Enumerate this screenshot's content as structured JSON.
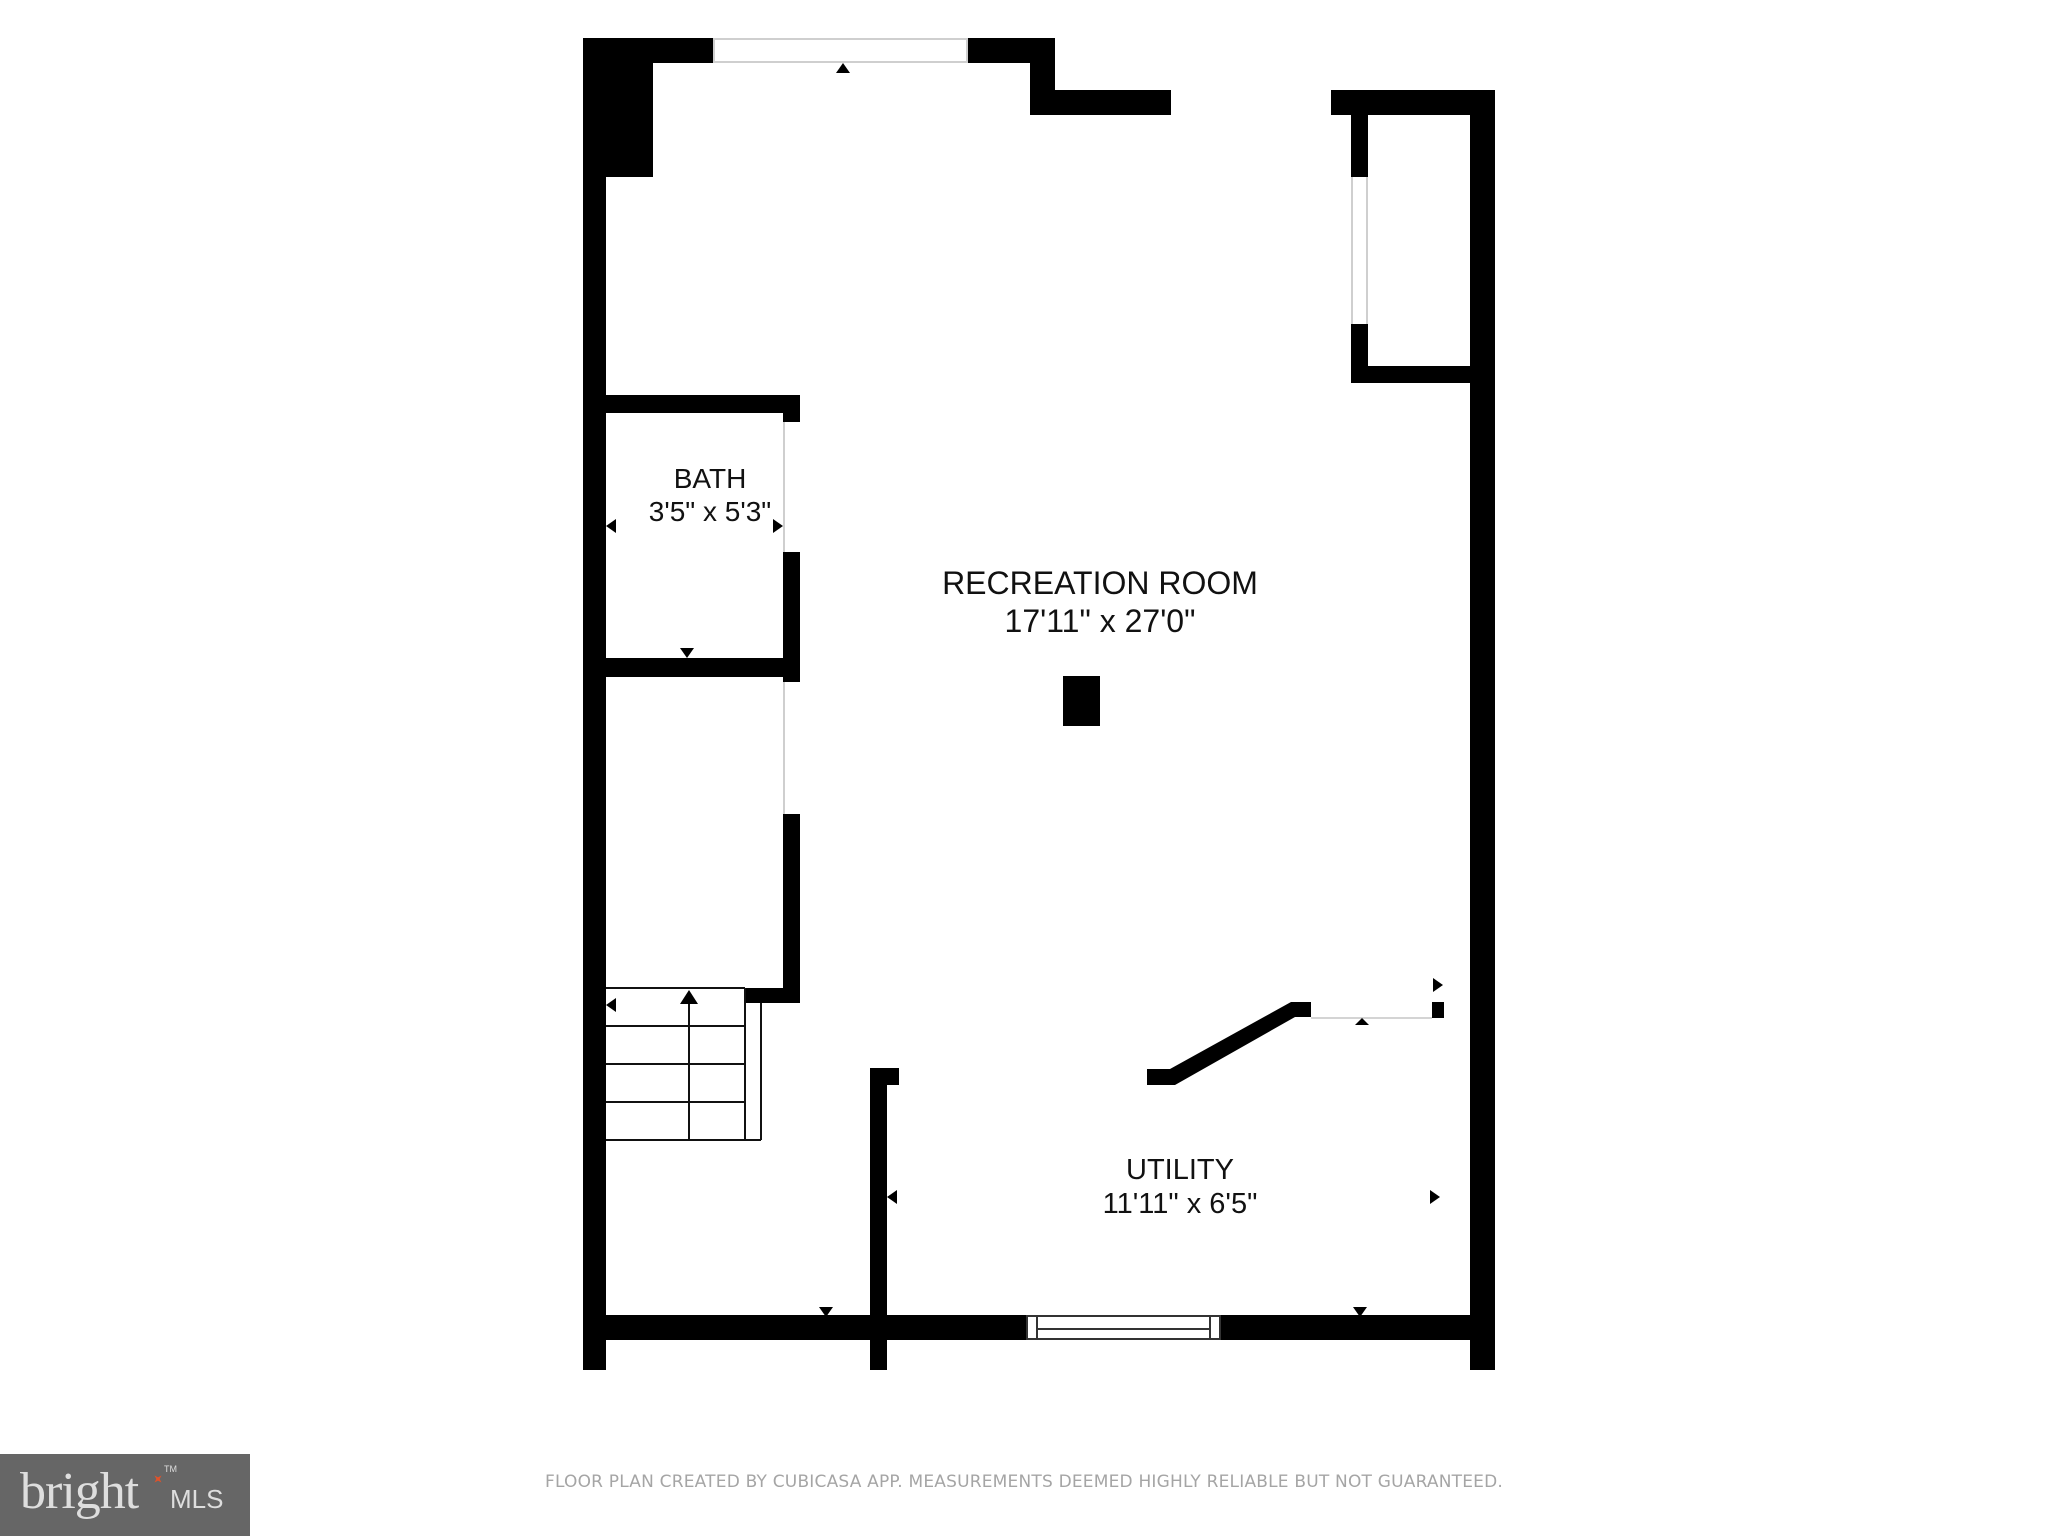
{
  "floor_plan": {
    "rooms": [
      {
        "name": "RECREATION ROOM",
        "dimensions": "17'11\" x 27'0\""
      },
      {
        "name": "BATH",
        "dimensions": "3'5\" x 5'3\""
      },
      {
        "name": "UTILITY",
        "dimensions": "11'11\" x 6'5\""
      }
    ],
    "features": {
      "stairs": "stairs-up",
      "column": "structural-column"
    }
  },
  "footer": {
    "disclaimer": "FLOOR PLAN CREATED BY CUBICASA APP. MEASUREMENTS DEEMED HIGHLY RELIABLE BUT NOT GUARANTEED.",
    "logo": {
      "word": "bright",
      "suffix": "MLS",
      "trademark": "TM",
      "accent_color": "#e0522a",
      "background": "#666666"
    }
  }
}
